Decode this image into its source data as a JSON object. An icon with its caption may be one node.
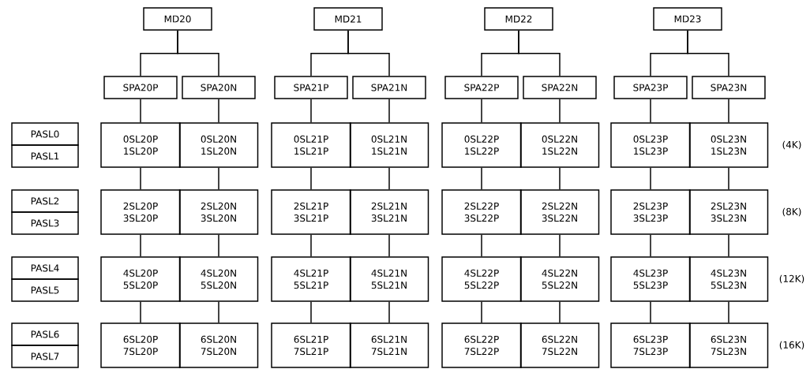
{
  "diagram": {
    "nodes": [
      {
        "text": [
          "MD20"
        ]
      },
      {
        "text": [
          "MD21"
        ]
      },
      {
        "text": [
          "MD22"
        ]
      },
      {
        "text": [
          "MD23"
        ]
      },
      {
        "text": [
          "SPA20P"
        ]
      },
      {
        "text": [
          "SPA20N"
        ]
      },
      {
        "text": [
          "SPA21P"
        ]
      },
      {
        "text": [
          "SPA21N"
        ]
      },
      {
        "text": [
          "SPA22P"
        ]
      },
      {
        "text": [
          "SPA22N"
        ]
      },
      {
        "text": [
          "SPA23P"
        ]
      },
      {
        "text": [
          "SPA23N"
        ]
      },
      {
        "text": [
          "PASL0"
        ]
      },
      {
        "text": [
          "PASL1"
        ]
      },
      {
        "text": [
          "0SL20P 1SL20P"
        ]
      },
      {
        "text": [
          "0SL20N 1SL20N"
        ]
      },
      {
        "text": [
          "0SL21P 1SL21P"
        ]
      },
      {
        "text": [
          "0SL21N 1SL21N"
        ]
      },
      {
        "text": [
          "0SL22P 1SL22P"
        ]
      },
      {
        "text": [
          "0SL22N 1SL22N"
        ]
      },
      {
        "text": [
          "0SL23P 1SL23P"
        ]
      },
      {
        "text": [
          "0SL23N 1SL23N"
        ]
      },
      {
        "text": [
          "PASL2"
        ]
      },
      {
        "text": [
          "PASL3"
        ]
      },
      {
        "text": [
          "2SL20P 3SL20P"
        ]
      },
      {
        "text": [
          "2SL20N 3SL20N"
        ]
      },
      {
        "text": [
          "2SL21P 3SL21P"
        ]
      },
      {
        "text": [
          "2SL21N 3SL21N"
        ]
      },
      {
        "text": [
          "2SL22P 3SL22P"
        ]
      },
      {
        "text": [
          "2SL22N 3SL22N"
        ]
      },
      {
        "text": [
          "2SL23P 3SL23P"
        ]
      },
      {
        "text": [
          "2SL23N 3SL23N"
        ]
      },
      {
        "text": [
          "PASL4"
        ]
      },
      {
        "text": [
          "PASL5"
        ]
      },
      {
        "text": [
          "4SL20P 5SL20P"
        ]
      },
      {
        "text": [
          "4SL20N 5SL20N"
        ]
      },
      {
        "text": [
          "4SL21P 5SL21P"
        ]
      },
      {
        "text": [
          "4SL21N 5SL21N"
        ]
      },
      {
        "text": [
          "4SL22P 5SL22P"
        ]
      },
      {
        "text": [
          "4SL22N 5SL22N"
        ]
      },
      {
        "text": [
          "4SL23P 5SL23P"
        ]
      },
      {
        "text": [
          "4SL23N 5SL23N"
        ]
      },
      {
        "text": [
          "PASL6"
        ]
      },
      {
        "text": [
          "PASL7"
        ]
      },
      {
        "text": [
          "6SL20P 7SL20P"
        ]
      },
      {
        "text": [
          "6SL20N 7SL20N"
        ]
      },
      {
        "text": [
          "6SL21P 7SL21P"
        ]
      },
      {
        "text": [
          "6SL21N 7SL21N"
        ]
      },
      {
        "text": [
          "6SL22P 7SL22P"
        ]
      },
      {
        "text": [
          "6SL22N 7SL22N"
        ]
      },
      {
        "text": [
          "6SL23P 7SL23P"
        ]
      },
      {
        "text": [
          "6SL23N 7SL23N"
        ]
      }
    ],
    "edges": [
      {
        "from": 0,
        "to": 4,
        "arrow": "none"
      },
      {
        "from": 0,
        "to": 5,
        "arrow": "none"
      },
      {
        "from": 1,
        "to": 6,
        "arrow": "none"
      },
      {
        "from": 1,
        "to": 7,
        "arrow": "none"
      },
      {
        "from": 2,
        "to": 8,
        "arrow": "none"
      },
      {
        "from": 2,
        "to": 9,
        "arrow": "none"
      },
      {
        "from": 3,
        "to": 10,
        "arrow": "none"
      },
      {
        "from": 3,
        "to": 11,
        "arrow": "none"
      },
      {
        "from": 4,
        "to": 14,
        "arrow": "none"
      },
      {
        "from": 5,
        "to": 15,
        "arrow": "none"
      },
      {
        "from": 6,
        "to": 16,
        "arrow": "none"
      },
      {
        "from": 7,
        "to": 17,
        "arrow": "none"
      },
      {
        "from": 8,
        "to": 18,
        "arrow": "none"
      },
      {
        "from": 9,
        "to": 19,
        "arrow": "none"
      },
      {
        "from": 10,
        "to": 20,
        "arrow": "none"
      },
      {
        "from": 11,
        "to": 21,
        "arrow": "none"
      },
      {
        "from": 14,
        "to": 24,
        "arrow": "none"
      },
      {
        "from": 15,
        "to": 25,
        "arrow": "none"
      },
      {
        "from": 16,
        "to": 26,
        "arrow": "none"
      },
      {
        "from": 17,
        "to": 27,
        "arrow": "none"
      },
      {
        "from": 18,
        "to": 28,
        "arrow": "none"
      },
      {
        "from": 19,
        "to": 29,
        "arrow": "none"
      },
      {
        "from": 20,
        "to": 30,
        "arrow": "none"
      },
      {
        "from": 21,
        "to": 31,
        "arrow": "none"
      },
      {
        "from": 24,
        "to": 34,
        "arrow": "none"
      },
      {
        "from": 25,
        "to": 35,
        "arrow": "none"
      },
      {
        "from": 26,
        "to": 36,
        "arrow": "none"
      },
      {
        "from": 27,
        "to": 37,
        "arrow": "none"
      },
      {
        "from": 28,
        "to": 38,
        "arrow": "none"
      },
      {
        "from": 29,
        "to": 39,
        "arrow": "none"
      },
      {
        "from": 30,
        "to": 40,
        "arrow": "none"
      },
      {
        "from": 31,
        "to": 41,
        "arrow": "none"
      },
      {
        "from": 34,
        "to": 44,
        "arrow": "none"
      },
      {
        "from": 35,
        "to": 45,
        "arrow": "none"
      },
      {
        "from": 36,
        "to": 46,
        "arrow": "none"
      },
      {
        "from": 37,
        "to": 47,
        "arrow": "none"
      },
      {
        "from": 38,
        "to": 48,
        "arrow": "none"
      },
      {
        "from": 39,
        "to": 49,
        "arrow": "none"
      },
      {
        "from": 40,
        "to": 50,
        "arrow": "none"
      },
      {
        "from": 41,
        "to": 51,
        "arrow": "none"
      }
    ],
    "labels": [
      "(4K)",
      "(8K)",
      "(12K)",
      "(16K)"
    ]
  }
}
